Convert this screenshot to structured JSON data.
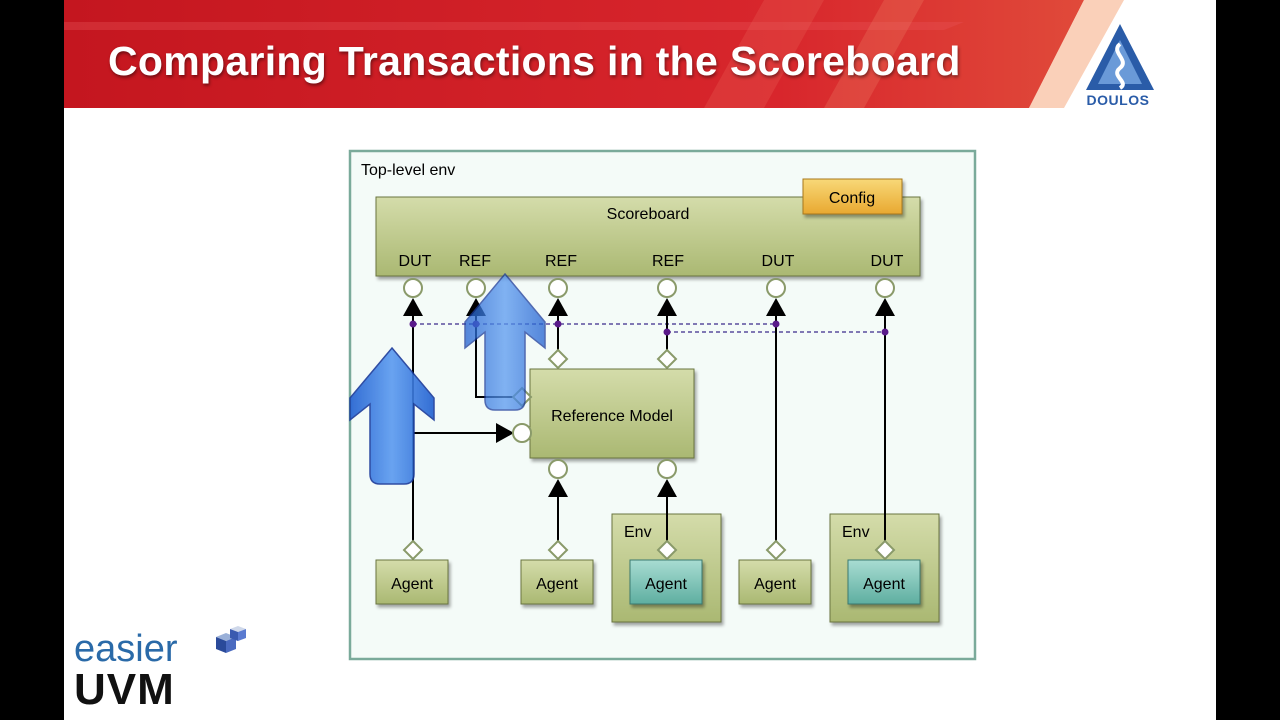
{
  "slide": {
    "title": "Comparing Transactions in the Scoreboard",
    "logo_text": "DOULOS",
    "brand_line1": "easier",
    "brand_line2": "UVM"
  },
  "diagram": {
    "container_label": "Top-level env",
    "scoreboard_label": "Scoreboard",
    "config_label": "Config",
    "ports": [
      "DUT",
      "REF",
      "REF",
      "REF",
      "DUT",
      "DUT"
    ],
    "reference_model_label": "Reference Model",
    "env_labels": [
      "Env",
      "Env"
    ],
    "agents": [
      "Agent",
      "Agent",
      "Agent",
      "Agent",
      "Agent"
    ]
  },
  "colors": {
    "banner_red": "#d0202a",
    "component_olive": "#b9c58a",
    "agent_teal": "#7fc4b8",
    "config_gold": "#f2c14e",
    "arrow_blue": "#2f6fd8",
    "dashed_purple": "#5a2a8a"
  }
}
